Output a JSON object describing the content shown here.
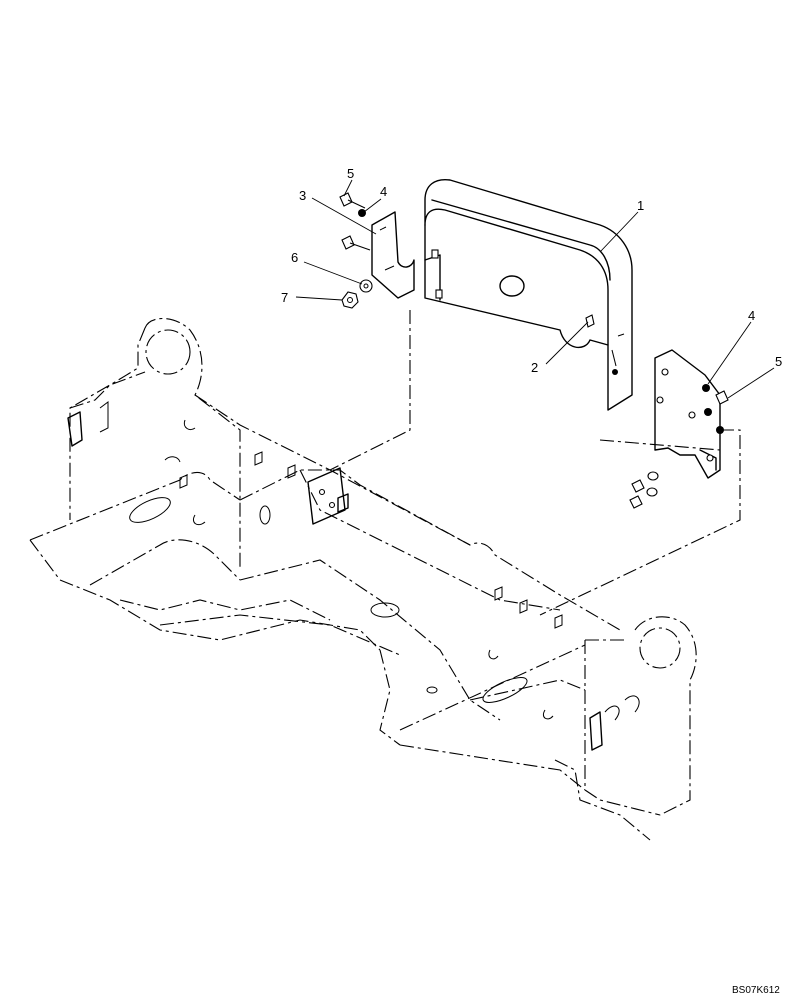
{
  "diagram": {
    "callouts": [
      {
        "id": "c1",
        "label": "1",
        "part": "cover-shield"
      },
      {
        "id": "c2",
        "label": "2",
        "part": "stud"
      },
      {
        "id": "c3",
        "label": "3",
        "part": "left-bracket"
      },
      {
        "id": "c4a",
        "label": "4",
        "part": "washer"
      },
      {
        "id": "c4b",
        "label": "4",
        "part": "washer"
      },
      {
        "id": "c5a",
        "label": "5",
        "part": "bolt"
      },
      {
        "id": "c5b",
        "label": "5",
        "part": "bolt"
      },
      {
        "id": "c6",
        "label": "6",
        "part": "flat-washer"
      },
      {
        "id": "c7",
        "label": "7",
        "part": "nut"
      }
    ],
    "drawing_code": "BS07K612",
    "colors": {
      "line": "#000000",
      "background": "#ffffff"
    }
  }
}
